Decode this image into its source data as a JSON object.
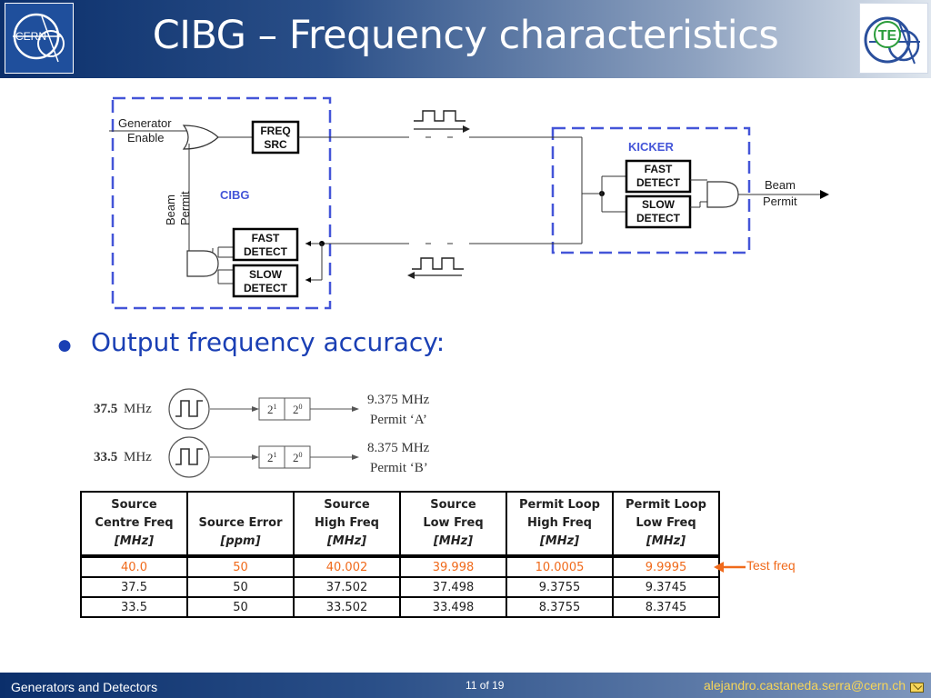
{
  "header": {
    "title": "CIBG – Frequency characteristics",
    "logo_left_text": "CERN",
    "logo_right_text": "TE"
  },
  "diagram": {
    "generator_enable": [
      "Generator",
      "Enable"
    ],
    "freq_src": [
      "FREQ",
      "SRC"
    ],
    "cibg_label": "CIBG",
    "beam_permit_vertical": [
      "Beam",
      "Permit"
    ],
    "fast_detect": [
      "FAST",
      "DETECT"
    ],
    "slow_detect": [
      "SLOW",
      "DETECT"
    ],
    "kicker_label": "KICKER",
    "beam_permit_out": [
      "Beam",
      "Permit"
    ]
  },
  "bullet": {
    "text": "Output frequency accuracy:"
  },
  "dividers": [
    {
      "input_value": "37.5",
      "input_unit": "MHz",
      "stage1": "2",
      "stage1_exp": "1",
      "stage2": "2",
      "stage2_exp": "0",
      "output": "9.375 MHz",
      "permit": "Permit ‘A’"
    },
    {
      "input_value": "33.5",
      "input_unit": "MHz",
      "stage1": "2",
      "stage1_exp": "1",
      "stage2": "2",
      "stage2_exp": "0",
      "output": "8.375 MHz",
      "permit": "Permit ‘B’"
    }
  ],
  "table": {
    "headers": [
      {
        "line1": "Source",
        "line2": "Centre Freq",
        "unit": "[MHz]"
      },
      {
        "line1": "",
        "line2": "Source Error",
        "unit": "[ppm]"
      },
      {
        "line1": "Source",
        "line2": "High Freq",
        "unit": "[MHz]"
      },
      {
        "line1": "Source",
        "line2": "Low Freq",
        "unit": "[MHz]"
      },
      {
        "line1": "Permit Loop",
        "line2": "High Freq",
        "unit": "[MHz]"
      },
      {
        "line1": "Permit Loop",
        "line2": "Low Freq",
        "unit": "[MHz]"
      }
    ],
    "rows": [
      [
        "40.0",
        "50",
        "40.002",
        "39.998",
        "10.0005",
        "9.9995"
      ],
      [
        "37.5",
        "50",
        "37.502",
        "37.498",
        "9.3755",
        "9.3745"
      ],
      [
        "33.5",
        "50",
        "33.502",
        "33.498",
        "8.3755",
        "8.3745"
      ]
    ],
    "highlight_color": "#f06a1b"
  },
  "annotation": {
    "label": "Test freq"
  },
  "footer": {
    "left": "Generators and Detectors",
    "page": "11 of 19",
    "email": "alejandro.castaneda.serra@cern.ch"
  },
  "colors": {
    "header_dark": "#0b2f6b",
    "accent_blue": "#1a3fb4",
    "dashed_box": "#4455d8",
    "orange": "#f06a1b",
    "footer_email": "#f6d55a"
  }
}
